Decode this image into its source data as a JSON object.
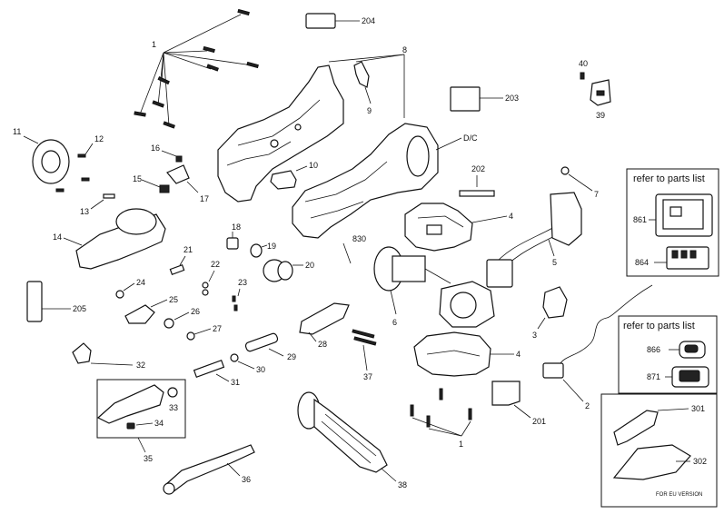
{
  "labels": {
    "l1a": "1",
    "l1b": "1",
    "l2": "2",
    "l3": "3",
    "l4a": "4",
    "l4b": "4",
    "l5": "5",
    "l6": "6",
    "l7": "7",
    "l8": "8",
    "l9": "9",
    "l10": "10",
    "l11": "11",
    "l12": "12",
    "l13": "13",
    "l14": "14",
    "l15": "15",
    "l16": "16",
    "l17": "17",
    "l18": "18",
    "l19": "19",
    "l20": "20",
    "l21": "21",
    "l22": "22",
    "l23": "23",
    "l24": "24",
    "l25": "25",
    "l26": "26",
    "l27": "27",
    "l28": "28",
    "l29": "29",
    "l30": "30",
    "l31": "31",
    "l32": "32",
    "l33": "33",
    "l34": "34",
    "l35": "35",
    "l36": "36",
    "l37": "37",
    "l38": "38",
    "l39": "39",
    "l40": "40",
    "l201": "201",
    "l202": "202",
    "l203": "203",
    "l204": "204",
    "l205": "205",
    "l301": "301",
    "l302": "302",
    "l830": "830",
    "l861": "861",
    "l864": "864",
    "l866": "866",
    "l871": "871",
    "ldc": "D/C"
  },
  "refer_box_1": {
    "title": "refer to parts list"
  },
  "refer_box_2": {
    "title": "refer to parts list"
  },
  "eu_box": {
    "note": "FOR EU VERSION"
  }
}
